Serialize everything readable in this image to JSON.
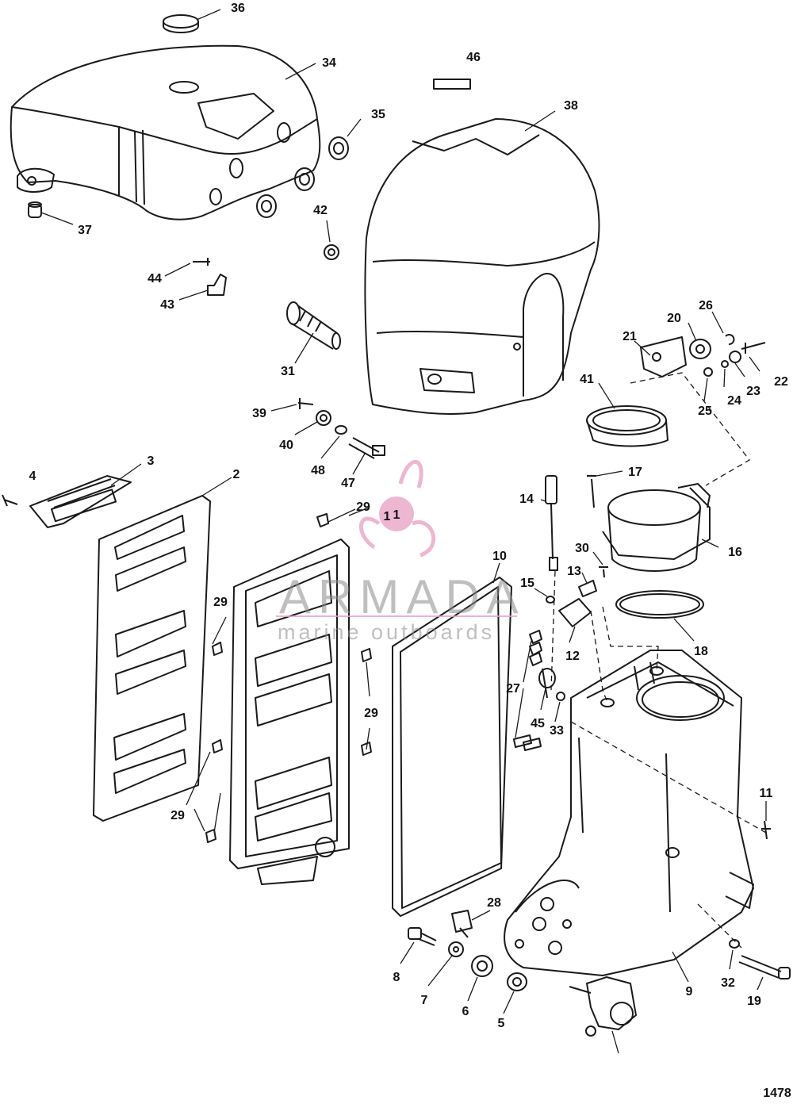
{
  "diagram": {
    "figure_number": "1478",
    "watermark": {
      "brand": "ARMADA",
      "tagline": "marine outboards",
      "logo_number": "1",
      "accent_color": "#e8a0c4"
    },
    "callouts": [
      "36",
      "34",
      "46",
      "35",
      "38",
      "37",
      "42",
      "44",
      "43",
      "31",
      "26",
      "20",
      "21",
      "22",
      "23",
      "24",
      "25",
      "41",
      "39",
      "40",
      "48",
      "47",
      "3",
      "4",
      "2",
      "29",
      "1",
      "17",
      "14",
      "16",
      "30",
      "13",
      "15",
      "18",
      "12",
      "10",
      "27",
      "45",
      "33",
      "11",
      "28",
      "8",
      "7",
      "6",
      "5",
      "9",
      "32",
      "19"
    ]
  }
}
